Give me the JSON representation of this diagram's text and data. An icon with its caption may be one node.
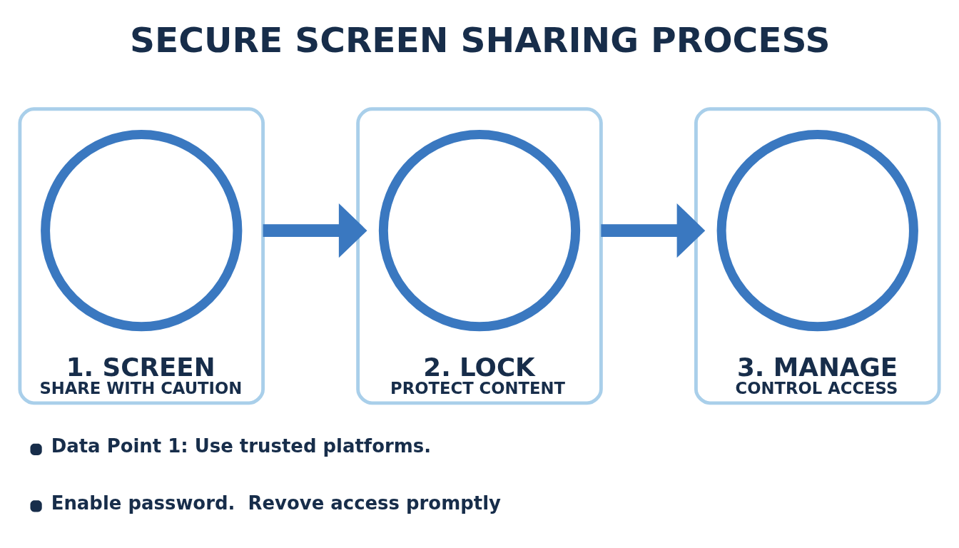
{
  "diagram": {
    "title": "SECURE SCREEN SHARING PROCESS",
    "nodes": [
      {
        "text": [
          "1. SCREEN",
          "SHARE WITH CAUTION"
        ]
      },
      {
        "text": [],
        "shape": "circle",
        "in": 0
      },
      {
        "text": [
          "2. LOCK",
          "PROTECT CONTENT"
        ]
      },
      {
        "text": [],
        "shape": "circle",
        "in": 2
      },
      {
        "text": [
          "3. MANAGE",
          "CONTROL ACCESS"
        ]
      },
      {
        "text": [],
        "shape": "circle",
        "in": 4
      }
    ],
    "edges": [
      {
        "from": 0,
        "to": 2,
        "arrow": "to"
      },
      {
        "from": 2,
        "to": 4,
        "arrow": "to"
      }
    ],
    "labels": [
      "Data Point 1: Use trusted platforms.",
      "Enable password.  Revove access promptly"
    ]
  }
}
